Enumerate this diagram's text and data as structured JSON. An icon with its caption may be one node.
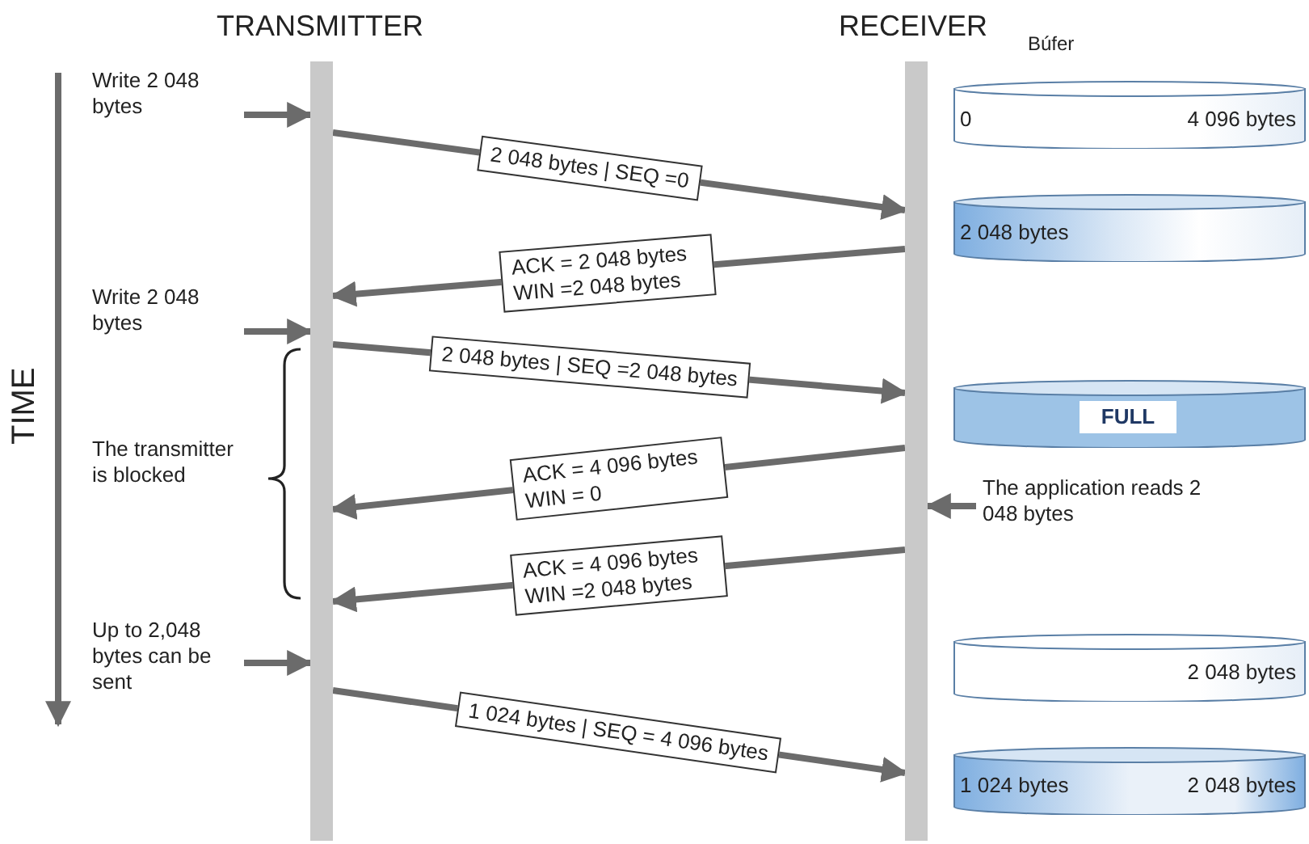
{
  "diagram": {
    "nodes": [
      {
        "text": [],
        "shape": "bar",
        "beside": [
          "TRANSMITTER"
        ]
      },
      {
        "text": [],
        "shape": "bar",
        "beside": [
          "RECEIVER"
        ]
      },
      {
        "text": [
          "Write 2 048 bytes"
        ]
      },
      {
        "text": [
          "Write 2 048 bytes"
        ]
      },
      {
        "text": [
          "Up to 2,048 bytes can be sent"
        ]
      },
      {
        "text": [
          "The application reads 2 048 bytes"
        ]
      },
      {
        "text": [
          "0",
          "4 096 bytes"
        ],
        "beside": [
          "Búfer"
        ]
      },
      {
        "text": [
          "2 048 bytes"
        ]
      },
      {
        "text": [
          "FULL"
        ]
      },
      {
        "text": [
          "2 048 bytes"
        ]
      },
      {
        "text": [
          "1 024 bytes",
          "2 048 bytes"
        ]
      }
    ],
    "edges": [
      {
        "from": 2,
        "to": 0,
        "arrow": "to"
      },
      {
        "from": 0,
        "to": 1,
        "arrow": "to",
        "label": "2 048 bytes | SEQ =0"
      },
      {
        "from": 1,
        "to": 0,
        "arrow": "to",
        "label": "ACK = 2 048 bytes WIN =2 048 bytes"
      },
      {
        "from": 3,
        "to": 0,
        "arrow": "to"
      },
      {
        "from": 0,
        "to": 1,
        "arrow": "to",
        "label": "2 048 bytes | SEQ =2 048 bytes"
      },
      {
        "from": 1,
        "to": 0,
        "arrow": "to",
        "label": "ACK = 4 096 bytes WIN = 0"
      },
      {
        "from": 5,
        "to": 1,
        "arrow": "to"
      },
      {
        "from": 1,
        "to": 0,
        "arrow": "to",
        "label": "ACK = 4 096 bytes WIN =2 048 bytes"
      },
      {
        "from": 4,
        "to": 0,
        "arrow": "to"
      },
      {
        "from": 0,
        "to": 1,
        "arrow": "to",
        "label": "1 024 bytes | SEQ = 4 096 bytes"
      }
    ],
    "labels": [
      "TIME",
      "The transmitter is blocked"
    ]
  }
}
